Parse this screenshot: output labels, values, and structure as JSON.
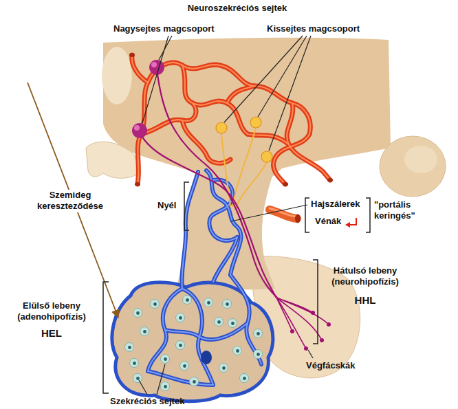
{
  "diagram": {
    "title": "Neuroszekréciós sejtek",
    "labels": [
      "Nagysejtes magcsoport",
      "Kissejtes magcsoport",
      "Szemideg kereszteződése",
      "Nyél",
      "Hajszálerek",
      "Vénák",
      "\"portális keringés\"",
      "Elülső lebeny (adenohipofízis)",
      "HEL",
      "Hátulsó lebeny (neurohipofízis)",
      "HHL",
      "Végfácskák",
      "Szekréciós sejtek"
    ]
  }
}
